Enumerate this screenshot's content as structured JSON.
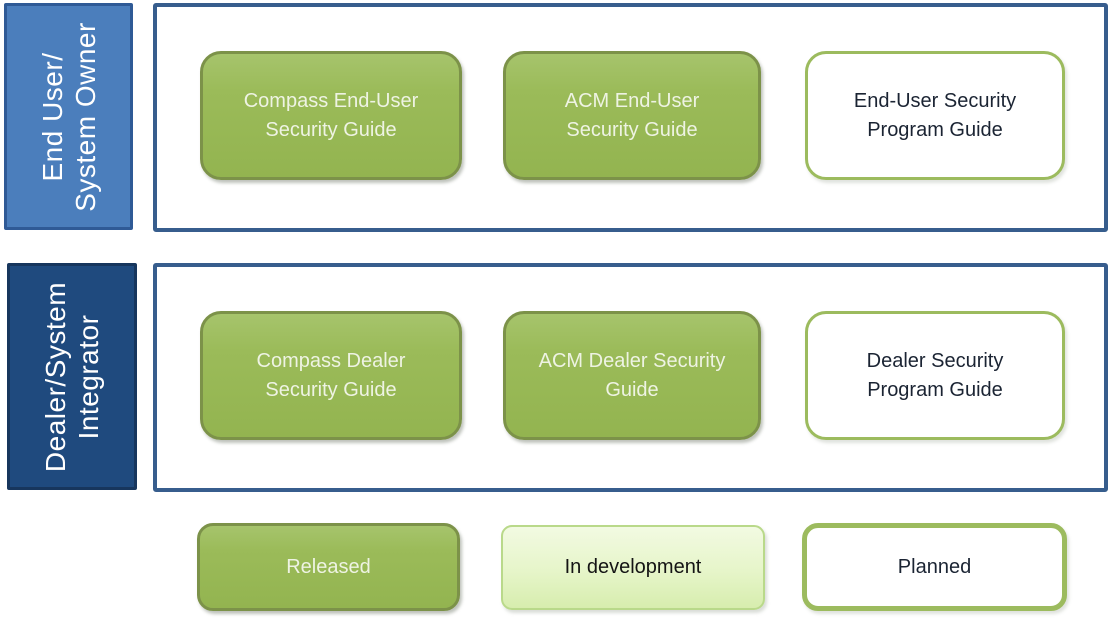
{
  "diagram": {
    "rows": [
      {
        "side_label": {
          "line1": "End User/",
          "line2": "System Owner"
        },
        "boxes": [
          {
            "line1": "Compass End-User",
            "line2": "Security Guide",
            "status": "released"
          },
          {
            "line1": "ACM End-User",
            "line2": "Security Guide",
            "status": "released"
          },
          {
            "line1": "End-User Security",
            "line2": "Program Guide",
            "status": "planned"
          }
        ]
      },
      {
        "side_label": {
          "line1": "Dealer/System",
          "line2": "Integrator"
        },
        "boxes": [
          {
            "line1": "Compass Dealer",
            "line2": "Security Guide",
            "status": "released"
          },
          {
            "line1": "ACM Dealer Security",
            "line2": "Guide",
            "status": "released"
          },
          {
            "line1": "Dealer Security",
            "line2": "Program Guide",
            "status": "planned"
          }
        ]
      }
    ],
    "legend": [
      {
        "label": "Released",
        "status": "released"
      },
      {
        "label": "In development",
        "status": "in-development"
      },
      {
        "label": "Planned",
        "status": "planned"
      }
    ],
    "colors": {
      "released_fill": "#9bbb59",
      "released_border": "#7c9249",
      "in_development_fill": "#e6f5c9",
      "in_development_border": "#b9d98a",
      "planned_fill": "#ffffff",
      "planned_border": "#9cbb5e",
      "end_user_label_fill": "#4b7ebc",
      "dealer_label_fill": "#1f4a7e",
      "container_border": "#375d8d",
      "box_text_light": "#eef3e3",
      "box_text_dark": "#1b2433"
    }
  }
}
